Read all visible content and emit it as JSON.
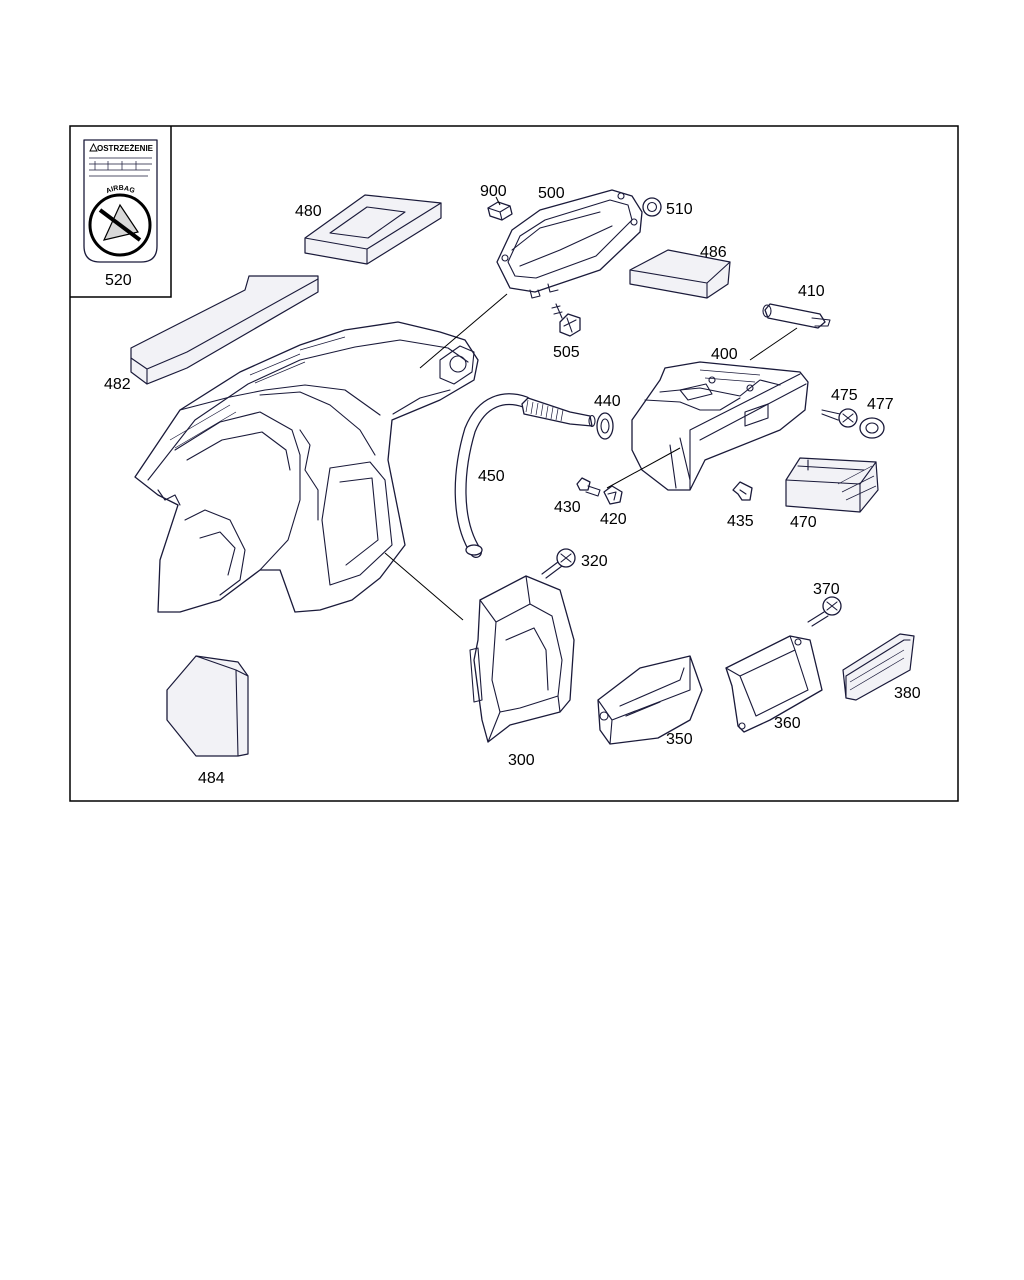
{
  "diagram": {
    "warning_label": {
      "title": "OSTRZEŻENIE",
      "badge_text": "AIRBAG",
      "icon": "airbag-child-seat-warning-icon"
    },
    "part_numbers": [
      "520",
      "480",
      "900",
      "500",
      "510",
      "486",
      "410",
      "482",
      "505",
      "400",
      "440",
      "475",
      "477",
      "450",
      "430",
      "420",
      "435",
      "470",
      "320",
      "370",
      "300",
      "350",
      "360",
      "380",
      "484"
    ],
    "colors": {
      "line": "#1a1a3a",
      "frame": "#000000",
      "background": "#ffffff"
    }
  }
}
